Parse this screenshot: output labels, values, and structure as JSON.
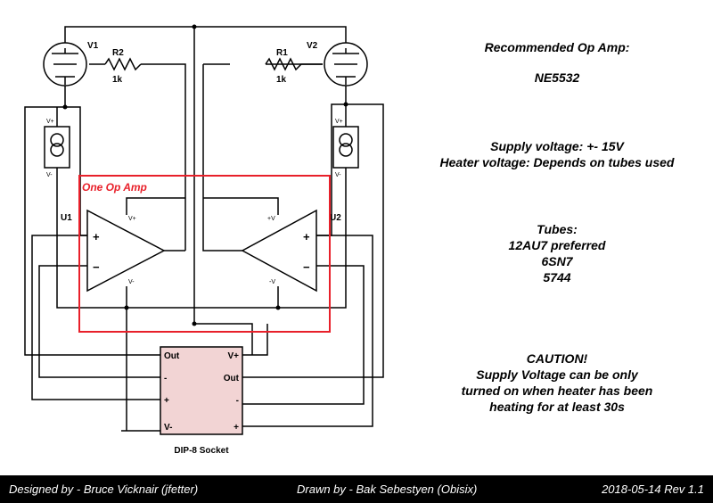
{
  "schematic": {
    "tube_left": "V1",
    "tube_right": "V2",
    "resistor_left": "R2",
    "resistor_right": "R1",
    "resistor_left_value": "1k",
    "resistor_right_value": "1k",
    "opamp_left": "U1",
    "opamp_right": "U2",
    "vplus": "V+",
    "vminus": "V-",
    "plus_v": "+V",
    "minus_v": "-V",
    "plus": "+",
    "minus": "−",
    "box_label": "One Op Amp",
    "box_color": "#e8202a",
    "socket_label": "DIP-8 Socket",
    "socket_color": "#f2d4d4",
    "socket_pins_left": [
      "Out",
      "-",
      "+",
      "V-"
    ],
    "socket_pins_right": [
      "V+",
      "Out",
      "-",
      "+"
    ]
  },
  "notes": {
    "recommended_title": "Recommended Op Amp:",
    "recommended_part": "NE5532",
    "supply": "Supply voltage: +- 15V",
    "heater": "Heater voltage: Depends on tubes used",
    "tubes_title": "Tubes:",
    "tubes": [
      "12AU7 preferred",
      "6SN7",
      "5744"
    ],
    "caution_title": "CAUTION!",
    "caution_lines": [
      "Supply Voltage can be only",
      "turned on when heater has been",
      "heating for at least 30s"
    ]
  },
  "footer": {
    "designed": "Designed by - Bruce Vicknair (jfetter)",
    "drawn": "Drawn by - Bak Sebestyen (Obisix)",
    "date_rev": "2018-05-14  Rev 1.1"
  }
}
